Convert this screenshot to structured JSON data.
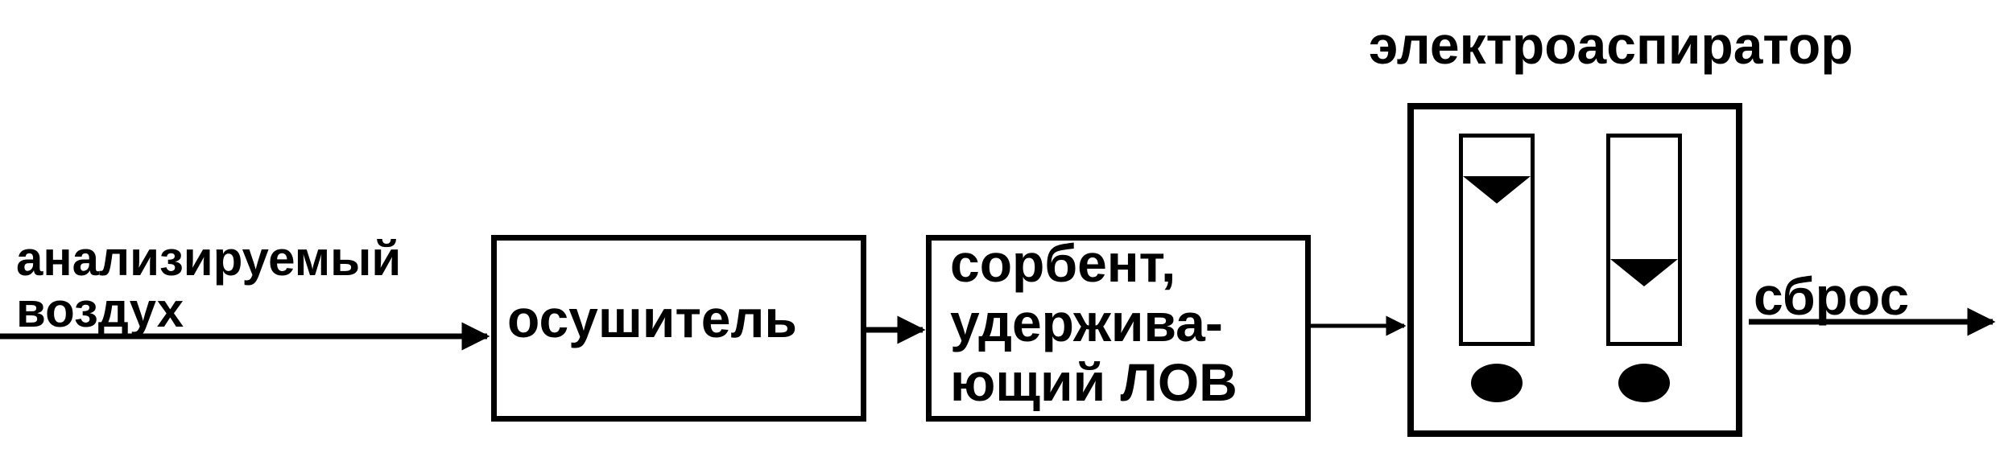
{
  "labels": {
    "input": [
      "анализируемый",
      "воздух"
    ],
    "dryer": "осушитель",
    "sorbent": [
      "сорбент,",
      "удержива-",
      "ющий ЛОВ"
    ],
    "aspirator": "электроаспиратор",
    "exhaust": "сброс"
  },
  "rotameters": {
    "left_float_level": 0.78,
    "right_float_level": 0.3
  },
  "colors": {
    "line": "#000000",
    "background": "#ffffff"
  }
}
